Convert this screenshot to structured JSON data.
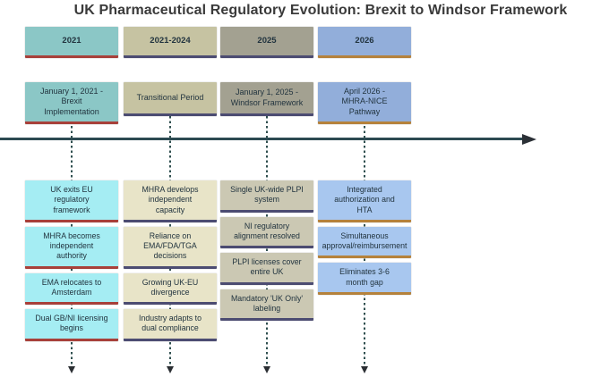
{
  "title": "UK Pharmaceutical Regulatory Evolution: Brexit to Windsor Framework",
  "timeline": {
    "line_color": "#2c4a52",
    "arrow_color": "#2b3036",
    "dash_color": "#2f4f4f"
  },
  "columns": [
    {
      "year": "2021",
      "milestone": "January 1, 2021 -\nBrexit\nImplementation",
      "details": [
        "UK exits EU\nregulatory\nframework",
        "MHRA becomes\nindependent\nauthority",
        "EMA relocates to\nAmsterdam",
        "Dual GB/NI licensing\nbegins"
      ],
      "colors": {
        "main": "#8bc7c6",
        "light": "#a5edf3",
        "accent": "#a8403a"
      }
    },
    {
      "year": "2021-2024",
      "milestone": "Transitional Period",
      "details": [
        "MHRA develops\nindependent\ncapacity",
        "Reliance on\nEMA/FDA/TGA\ndecisions",
        "Growing UK-EU\ndivergence",
        "Industry adapts to\ndual compliance"
      ],
      "colors": {
        "main": "#c6c3a2",
        "light": "#e8e4c8",
        "accent": "#4c4c72"
      }
    },
    {
      "year": "2025",
      "milestone": "January 1, 2025 -\nWindsor Framework",
      "details": [
        "Single UK-wide PLPI\nsystem",
        "NI regulatory\nalignment resolved",
        "PLPI licenses cover\nentire UK",
        "Mandatory 'UK Only'\nlabeling"
      ],
      "colors": {
        "main": "#a3a191",
        "light": "#cbc8b3",
        "accent": "#4c4c72"
      }
    },
    {
      "year": "2026",
      "milestone": "April 2026 -\nMHRA-NICE\nPathway",
      "details": [
        "Integrated\nauthorization and\nHTA",
        "Simultaneous\napproval/reimbursement",
        "Eliminates 3-6\nmonth gap"
      ],
      "colors": {
        "main": "#92aeda",
        "light": "#a8c7ef",
        "accent": "#b5823c"
      }
    }
  ]
}
